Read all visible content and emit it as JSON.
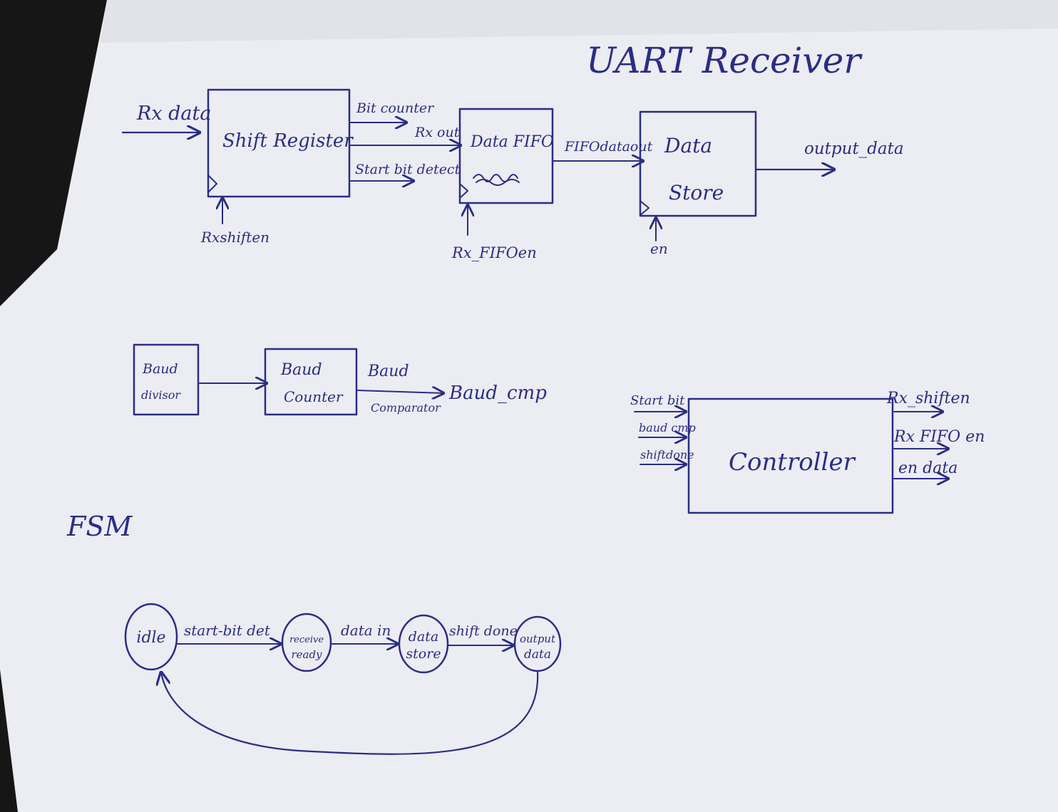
{
  "diagram": {
    "title": "UART Receiver",
    "datapath": {
      "shift_register": {
        "label": "Shift Register",
        "input": "Rx data",
        "enable": "Rxshiften",
        "outputs": [
          "Bit counter",
          "Rx out",
          "Start bit detect"
        ]
      },
      "fifo": {
        "label": "Data FIFO",
        "enable": "Rx_FIFOen",
        "output": "FIFOdataout"
      },
      "data_store": {
        "label_line1": "Data",
        "label_line2": "Store",
        "enable": "en",
        "output": "output_data"
      }
    },
    "baud": {
      "divisor_line1": "Baud",
      "divisor_line2": "divisor",
      "counter_line1": "Baud",
      "counter_line2": "Counter",
      "comparator_line1": "Baud",
      "comparator_line2": "Comparator",
      "output": "Baud_cmp"
    },
    "controller": {
      "label": "Controller",
      "inputs": [
        "Start bit",
        "baud cmp",
        "shiftdone"
      ],
      "outputs": [
        "Rx_shiften",
        "Rx FIFO en",
        "en data"
      ]
    },
    "fsm": {
      "heading": "FSM",
      "states": [
        {
          "id": "idle",
          "line1": "idle",
          "line2": ""
        },
        {
          "id": "receive",
          "line1": "receive",
          "line2": "ready"
        },
        {
          "id": "store",
          "line1": "data",
          "line2": "store"
        },
        {
          "id": "output",
          "line1": "output",
          "line2": "data"
        }
      ],
      "transitions": [
        "start-bit det",
        "data in",
        "shift done"
      ]
    }
  }
}
